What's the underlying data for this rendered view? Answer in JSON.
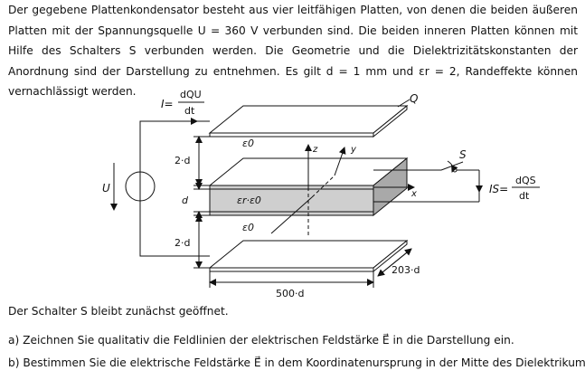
{
  "intro": "Der gegebene Plattenkondensator besteht aus vier leitfähigen Platten, von denen die beiden äußeren Platten mit der Spannungsquelle U = 360 V verbunden sind. Die beiden inneren Platten können mit Hilfe des Schalters S verbunden werden. Die Geometrie und die Dielektrizitätskonstanten der Anordnung sind der Darstellung zu entnehmen. Es gilt d = 1 mm und εr = 2, Randeffekte können vernachlässigt werden.",
  "figure": {
    "current_left_lhs": "I=",
    "current_left_num": "dQU",
    "current_left_den": "dt",
    "label_Q": "Q",
    "label_S": "S",
    "label_U": "U",
    "current_right_lhs": "IS=",
    "current_right_num": "dQS",
    "current_right_den": "dt",
    "dim_upper_gap": "2·d",
    "dim_middle": "d",
    "dim_lower_gap": "2·d",
    "eps_upper": "ε0",
    "eps_middle": "εr·ε0",
    "eps_lower": "ε0",
    "axis_z": "z",
    "axis_y": "y",
    "axis_x": "x",
    "dim_depth": "203·d",
    "dim_width": "500·d"
  },
  "switch_note": "Der Schalter S bleibt zunächst geöffnet.",
  "task_a": "a) Zeichnen Sie qualitativ die Feldlinien der elektrischen Feldstärke E⃗ in die Darstellung ein.",
  "task_b": "b) Bestimmen Sie die elektrische Feldstärke E⃗ in dem Koordinatenursprung in der Mitte des Dielektrikums."
}
